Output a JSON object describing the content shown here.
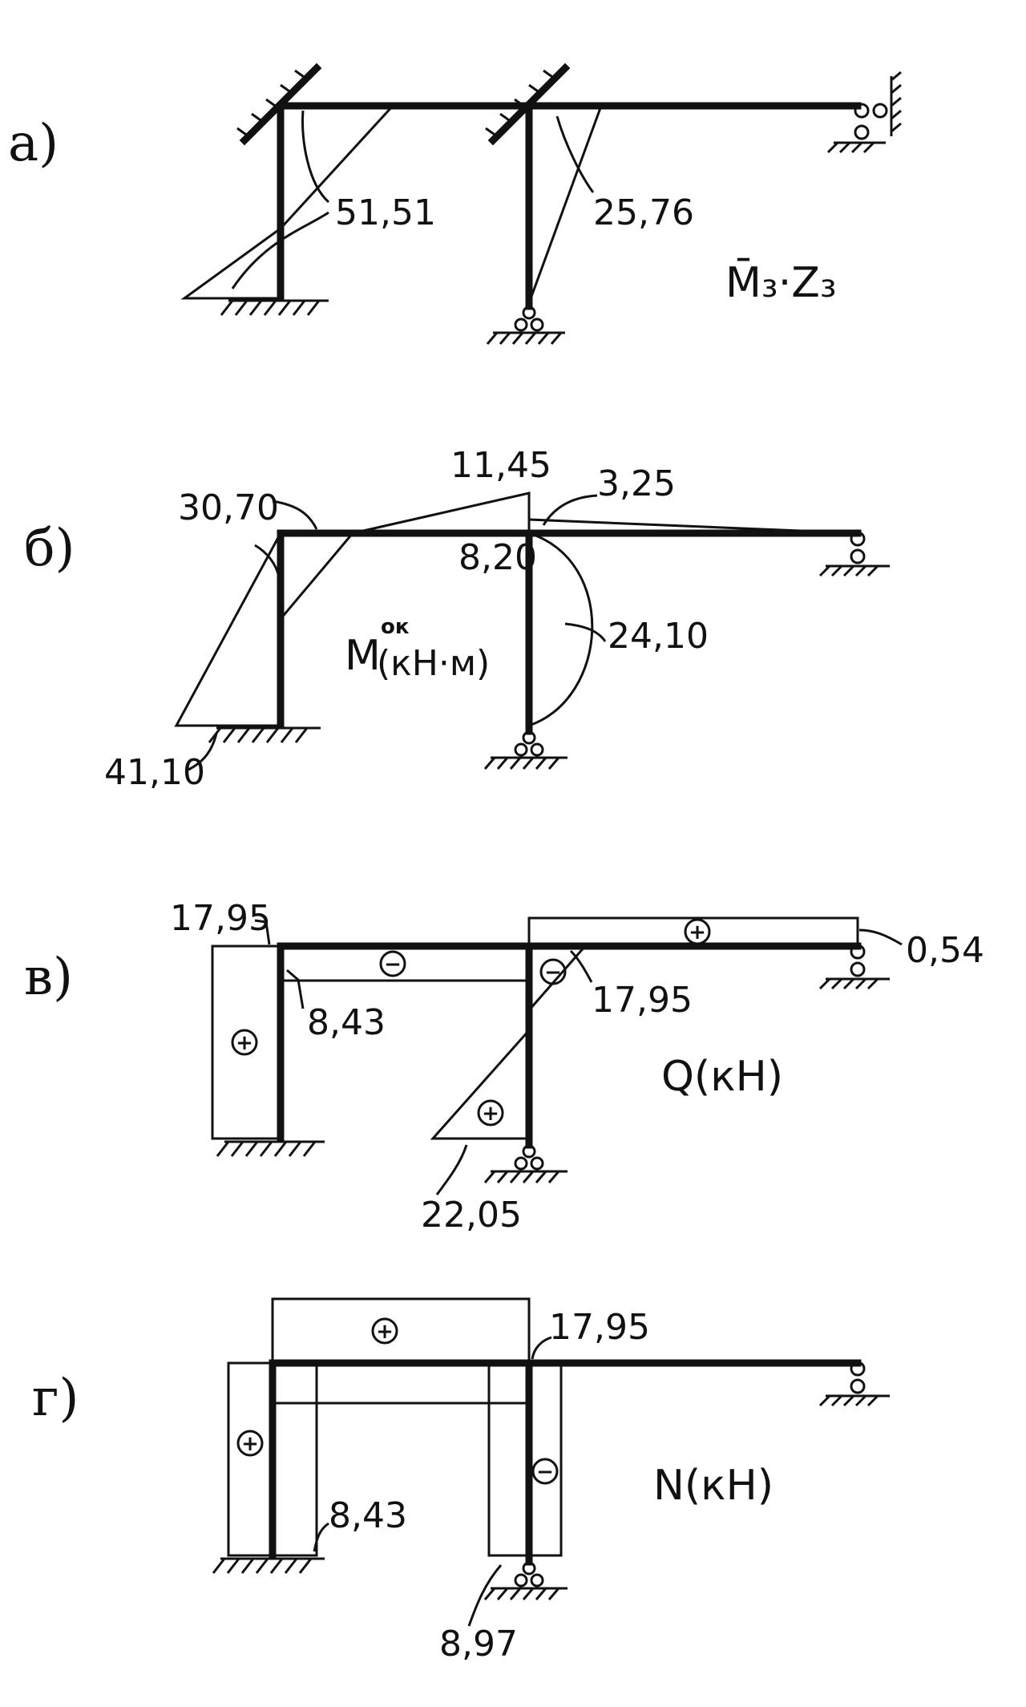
{
  "panels": [
    {
      "id": "a",
      "letter": "а)",
      "caption": "M̄₃·Z₃",
      "labels": [
        "51,51",
        "25,76"
      ]
    },
    {
      "id": "b",
      "letter": "б)",
      "caption_main": "M",
      "caption_sup": "ок",
      "caption_sub": "(кН·м)",
      "labels": [
        "30,70",
        "11,45",
        "3,25",
        "8,20",
        "24,10",
        "41,10"
      ]
    },
    {
      "id": "v",
      "letter": "в)",
      "caption": "Q(кН)",
      "labels": [
        "17,95",
        "8,43",
        "17,95",
        "0,54",
        "22,05"
      ]
    },
    {
      "id": "g",
      "letter": "г)",
      "caption": "N(кН)",
      "labels": [
        "17,95",
        "8,43",
        "8,97"
      ]
    }
  ],
  "signs": {
    "plus": "+",
    "minus": "−"
  },
  "colors": {
    "ink": "#111111",
    "paper": "#ffffff"
  }
}
